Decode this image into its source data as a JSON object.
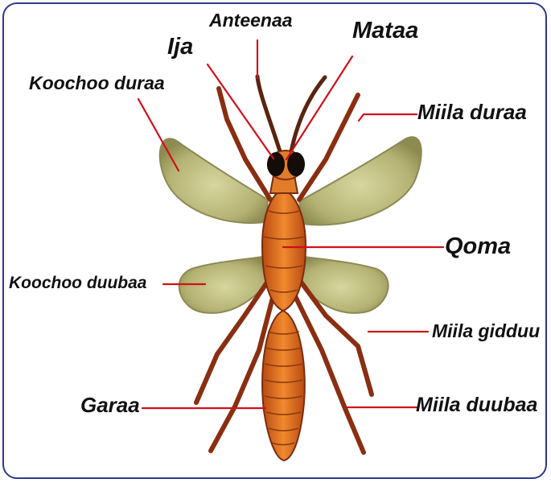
{
  "labels": {
    "anteenaa": "Anteenaa",
    "ija": "Ija",
    "mataa": "Mataa",
    "koochoo_duraa": "Koochoo duraa",
    "miila_duraa": "Miila duraa",
    "qoma": "Qoma",
    "koochoo_duubaa": "Koochoo duubaa",
    "miila_gidduu": "Miila gidduu",
    "garaa": "Garaa",
    "miila_duubaa": "Miila duubaa"
  },
  "colors": {
    "border": "#2a3a8c",
    "leader": "#d0101a",
    "body": "#d9661a",
    "legs": "#8a2e12",
    "wings": "#b9b77a"
  }
}
